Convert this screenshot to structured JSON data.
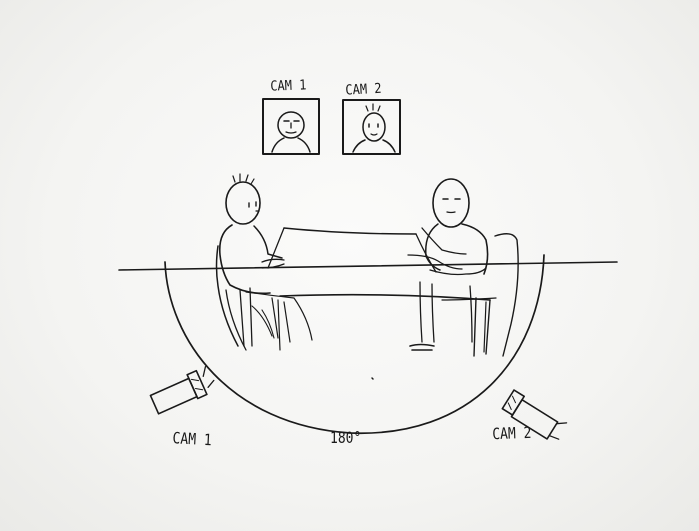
{
  "labels": {
    "top_cam_1": "CAM 1",
    "top_cam_2": "CAM 2",
    "bottom_cam_1": "CAM 1",
    "bottom_cam_2": "CAM 2",
    "angle": "180°"
  },
  "colors": {
    "ink": "#1a1a1a",
    "paper": "#f5f5f3"
  },
  "icons": {
    "camera_left": "security-camera-icon",
    "camera_right": "security-camera-icon"
  }
}
